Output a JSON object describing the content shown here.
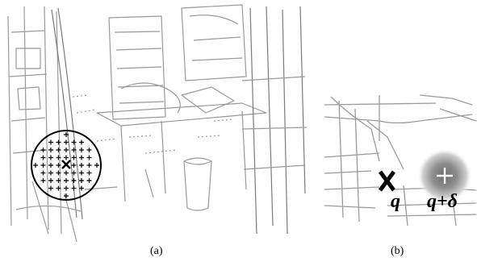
{
  "figure": {
    "panel_a": {
      "caption": "(a)"
    },
    "panel_b": {
      "caption": "(b)",
      "point_label": "q",
      "offset_label": "q+δ"
    }
  }
}
